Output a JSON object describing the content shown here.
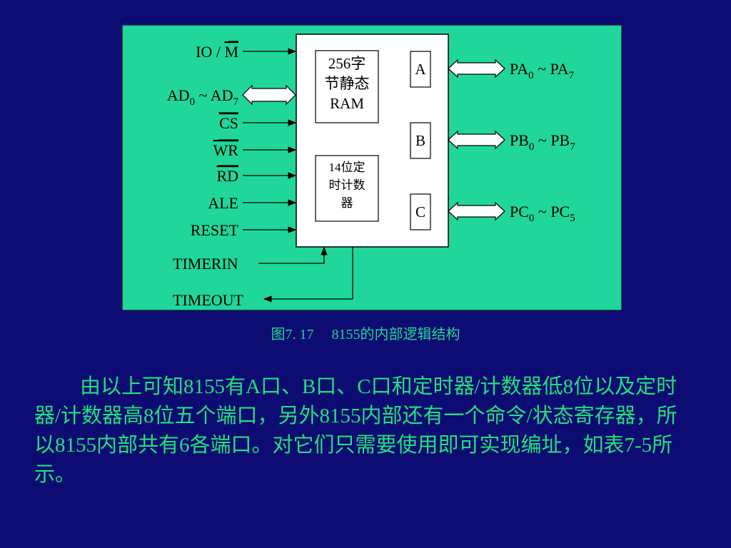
{
  "diagram": {
    "left_signals": [
      {
        "id": "io-m",
        "base": "IO / ",
        "overbar": "M",
        "sub": "",
        "mid": "",
        "base2": "",
        "sub2": "",
        "direction": "in"
      },
      {
        "id": "ad",
        "base": "AD",
        "sub": "0",
        "mid": " ~ AD",
        "sub2": "7",
        "overbar": "",
        "direction": "bidirectional"
      },
      {
        "id": "cs",
        "base": "",
        "overbar": "CS",
        "direction": "in"
      },
      {
        "id": "wr",
        "base": "",
        "overbar": "WR",
        "direction": "in"
      },
      {
        "id": "rd",
        "base": "",
        "overbar": "RD",
        "direction": "in"
      },
      {
        "id": "ale",
        "base": "ALE",
        "overbar": "",
        "direction": "in"
      },
      {
        "id": "reset",
        "base": "RESET",
        "overbar": "",
        "direction": "in"
      }
    ],
    "bottom_signals": {
      "timerin": "TIMERIN",
      "timeout": "TIMEOUT"
    },
    "ram_block": [
      "256字",
      "节静态",
      "RAM"
    ],
    "timer_block": [
      "14位定",
      "时计数",
      "器"
    ],
    "ports": [
      {
        "label": "A",
        "pin_base": "PA",
        "pin_sub_start": "0",
        "pin_mid": " ~ PA",
        "pin_sub_end": "7"
      },
      {
        "label": "B",
        "pin_base": "PB",
        "pin_sub_start": "0",
        "pin_mid": " ~ PB",
        "pin_sub_end": "7"
      },
      {
        "label": "C",
        "pin_base": "PC",
        "pin_sub_start": "0",
        "pin_mid": " ~ PC",
        "pin_sub_end": "5"
      }
    ]
  },
  "caption": "图7. 17　 8155的内部逻辑结构",
  "paragraph": "由以上可知8155有A口、B口、C口和定时器/计数器低8位以及定时器/计数器高8位五个端口，另外8155内部还有一个命令/状态寄存器，所以8155内部共有6各端口。对它们只需要使用即可实现编址，如表7-5所示。",
  "colors": {
    "background": "#0c0c72",
    "panel": "#20d69a",
    "text": "#22e07a"
  }
}
